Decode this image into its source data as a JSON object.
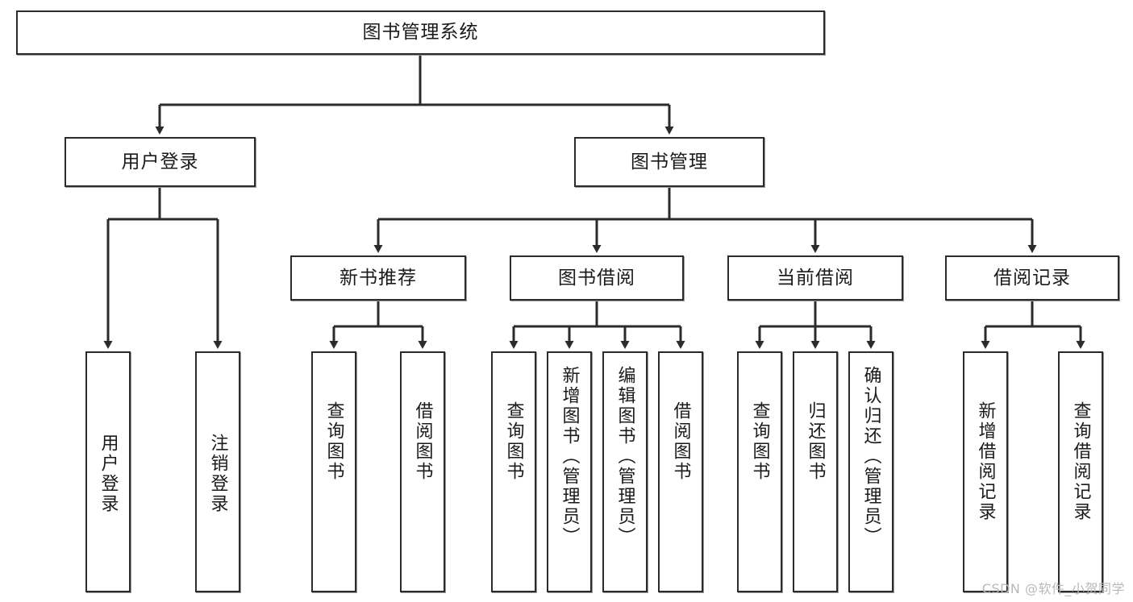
{
  "diagram": {
    "title": "图书管理系统",
    "root": {
      "label": "图书管理系统"
    },
    "tier2": [
      {
        "label": "用户登录"
      },
      {
        "label": "图书管理"
      }
    ],
    "tier3": [
      {
        "label": "新书推荐"
      },
      {
        "label": "图书借阅"
      },
      {
        "label": "当前借阅"
      },
      {
        "label": "借阅记录"
      }
    ],
    "leaves": [
      {
        "label": "用户登录"
      },
      {
        "label": "注销登录"
      },
      {
        "label": "查询图书"
      },
      {
        "label": "借阅图书"
      },
      {
        "label": "查询图书"
      },
      {
        "label": "新增图书（管理员）"
      },
      {
        "label": "编辑图书（管理员）"
      },
      {
        "label": "借阅图书"
      },
      {
        "label": "查询图书"
      },
      {
        "label": "归还图书"
      },
      {
        "label": "确认归还（管理员）"
      },
      {
        "label": "新增借阅记录"
      },
      {
        "label": "查询借阅记录"
      }
    ],
    "watermark": "CSDN @软件_小贺同学",
    "colors": {
      "stroke": "#2b2b2b",
      "shadow": "#9a9a9a",
      "fill": "#ffffff",
      "text": "#1a1a1a",
      "watermark": "#b9b9b9"
    }
  }
}
